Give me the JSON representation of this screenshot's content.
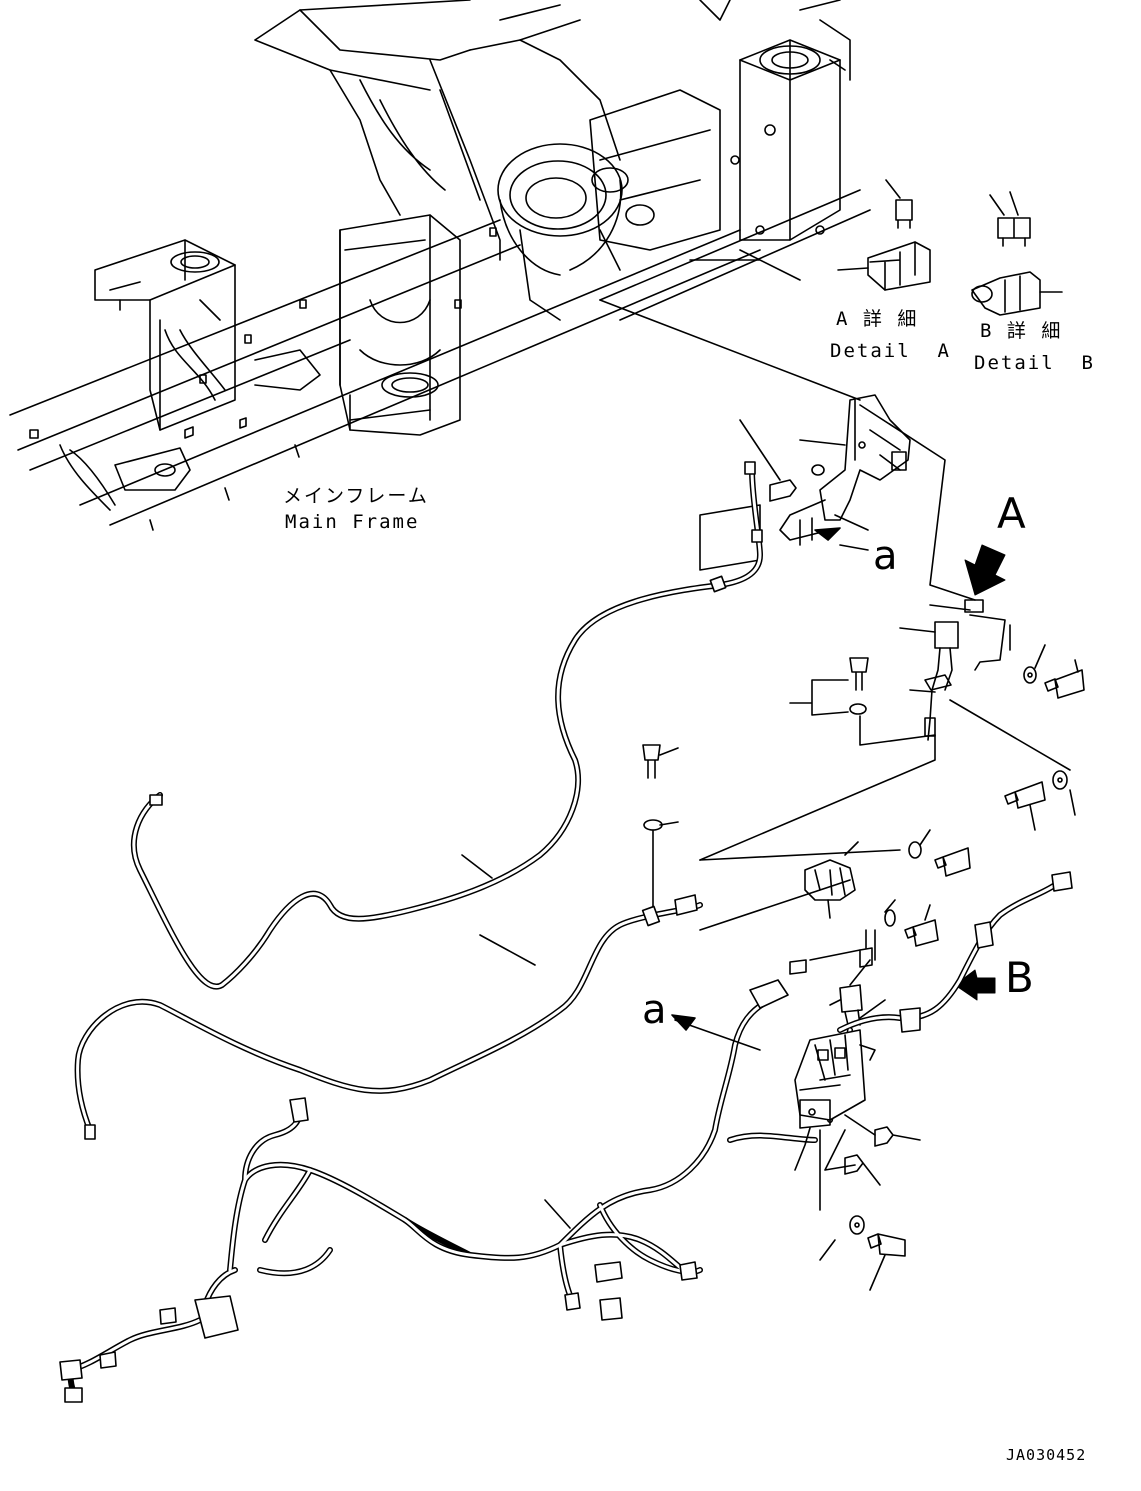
{
  "labels": {
    "main_frame_jp": "メインフレーム",
    "main_frame_en": "Main Frame",
    "detail_a_jp": "A 詳 細",
    "detail_a_en": "Detail  A",
    "detail_b_jp": "B 詳 細",
    "detail_b_en": "Detail  B",
    "view_a": "A",
    "view_b": "B",
    "ref_a_upper": "a",
    "ref_a_lower": "a",
    "drawing_code": "JA030452"
  },
  "colors": {
    "line": "#000000",
    "background": "#ffffff"
  }
}
